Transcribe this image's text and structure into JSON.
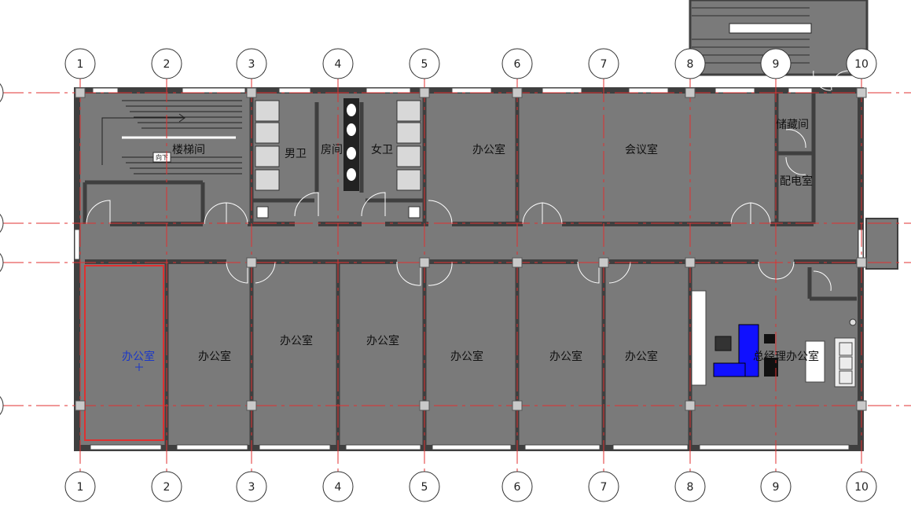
{
  "colors": {
    "floor": "#7a7a7a",
    "wall": "#3f3f3f",
    "grid_line": "#e03030",
    "selection": "#e03030",
    "selected_text": "#1a37c8",
    "furniture_blue": "#1010ff"
  },
  "grid_columns": [
    "1",
    "2",
    "3",
    "4",
    "5",
    "6",
    "7",
    "8",
    "9",
    "10"
  ],
  "rooms": [
    {
      "id": "stair",
      "label": "楼梯间"
    },
    {
      "id": "men-wc",
      "label": "男卫"
    },
    {
      "id": "room-mid",
      "label": "房间"
    },
    {
      "id": "women-wc",
      "label": "女卫"
    },
    {
      "id": "office-top",
      "label": "办公室"
    },
    {
      "id": "meeting",
      "label": "会议室"
    },
    {
      "id": "storage",
      "label": "储藏间"
    },
    {
      "id": "power",
      "label": "配电室"
    },
    {
      "id": "office-1",
      "label": "办公室"
    },
    {
      "id": "office-2",
      "label": "办公室"
    },
    {
      "id": "office-3",
      "label": "办公室"
    },
    {
      "id": "office-4",
      "label": "办公室"
    },
    {
      "id": "office-5",
      "label": "办公室"
    },
    {
      "id": "office-6",
      "label": "办公室"
    },
    {
      "id": "office-7",
      "label": "办公室"
    },
    {
      "id": "gm-office",
      "label": "总经理办公室"
    }
  ],
  "stair_tag": "向下",
  "selected_room": "office-1"
}
